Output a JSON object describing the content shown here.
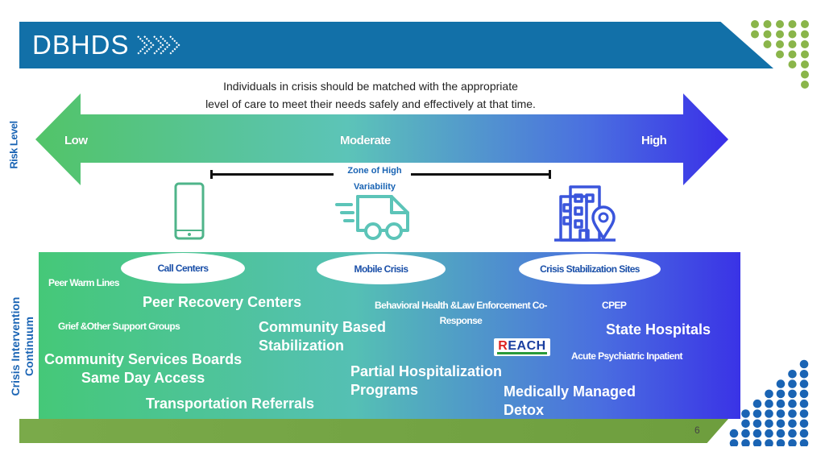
{
  "header": {
    "logo_text": "DBHDS"
  },
  "subtitle": {
    "line1": "Individuals in crisis should be matched with the appropriate",
    "line2": "level of care to meet their needs safely and effectively at that time."
  },
  "risk_axis": {
    "label": "Risk Level",
    "low": "Low",
    "moderate": "Moderate",
    "high": "High"
  },
  "zone": {
    "line1": "Zone of High",
    "line2": "Variability"
  },
  "icons": [
    "smartphone-icon",
    "delivery-truck-icon",
    "building-location-icon"
  ],
  "continuum": {
    "label_line1": "Crisis Intervention",
    "label_line2": "Continuum",
    "categories": {
      "call_centers": "Call Centers",
      "mobile_crisis": "Mobile Crisis",
      "crisis_stabilization_sites": "Crisis Stabilization Sites"
    },
    "items": {
      "peer_warm_lines": "Peer Warm Lines",
      "peer_recovery_centers": "Peer Recovery Centers",
      "grief_support": "Grief &Other Support Groups",
      "community_based_1": "Community Based",
      "community_based_2": "Stabilization",
      "csb_1": "Community Services Boards",
      "csb_2": "Same Day Access",
      "transportation": "Transportation Referrals",
      "bh_law_1": "Behavioral Health &Law Enforcement Co-",
      "bh_law_2": "Response",
      "partial_hosp_1": "Partial Hospitalization",
      "partial_hosp_2": "Programs",
      "cpep": "CPEP",
      "state_hospitals": "State Hospitals",
      "acute_psych": "Acute Psychiatric Inpatient",
      "detox_1": "Medically Managed",
      "detox_2": "Detox",
      "reach_logo": "REACH"
    }
  },
  "page_number": "6",
  "colors": {
    "header_blue": "#1270a8",
    "dot_green": "#8ab54a",
    "dot_blue": "#1a64b4",
    "footer_green": "#7aaa4a",
    "label_blue": "#1a64b4"
  }
}
